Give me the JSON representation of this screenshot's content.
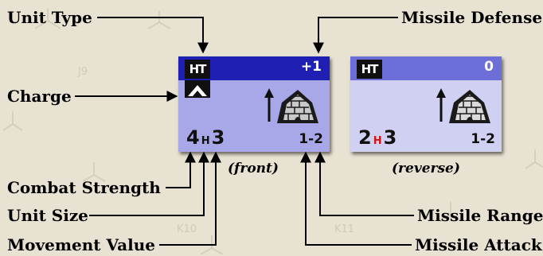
{
  "labels": {
    "unit_type": "Unit Type",
    "missile_defense": "Missile Defense",
    "charge": "Charge",
    "combat_strength": "Combat Strength",
    "unit_size": "Unit Size",
    "movement_value": "Movement Value",
    "missile_range": "Missile Range",
    "missile_attack": "Missile Attack"
  },
  "hex_labels": [
    "J9",
    "K10",
    "K11"
  ],
  "front": {
    "caption": "(front)",
    "unit_type": "HT",
    "missile_defense": "+1",
    "combat_strength": "4",
    "unit_size": "H",
    "movement_value": "3",
    "missile_range": "1-2",
    "colors": {
      "bar": "#1f1fb4",
      "body": "#a8a8e8"
    }
  },
  "reverse": {
    "caption": "(reverse)",
    "unit_type": "HT",
    "missile_defense": "0",
    "combat_strength": "2",
    "unit_size": "H",
    "movement_value": "3",
    "missile_range": "1-2",
    "colors": {
      "bar": "#6e6ed8",
      "body": "#d0d0f2",
      "size": "#d21414"
    }
  },
  "icons": [
    "charge-arrow-icon",
    "archer-hut-icon",
    "up-arrow-icon"
  ]
}
